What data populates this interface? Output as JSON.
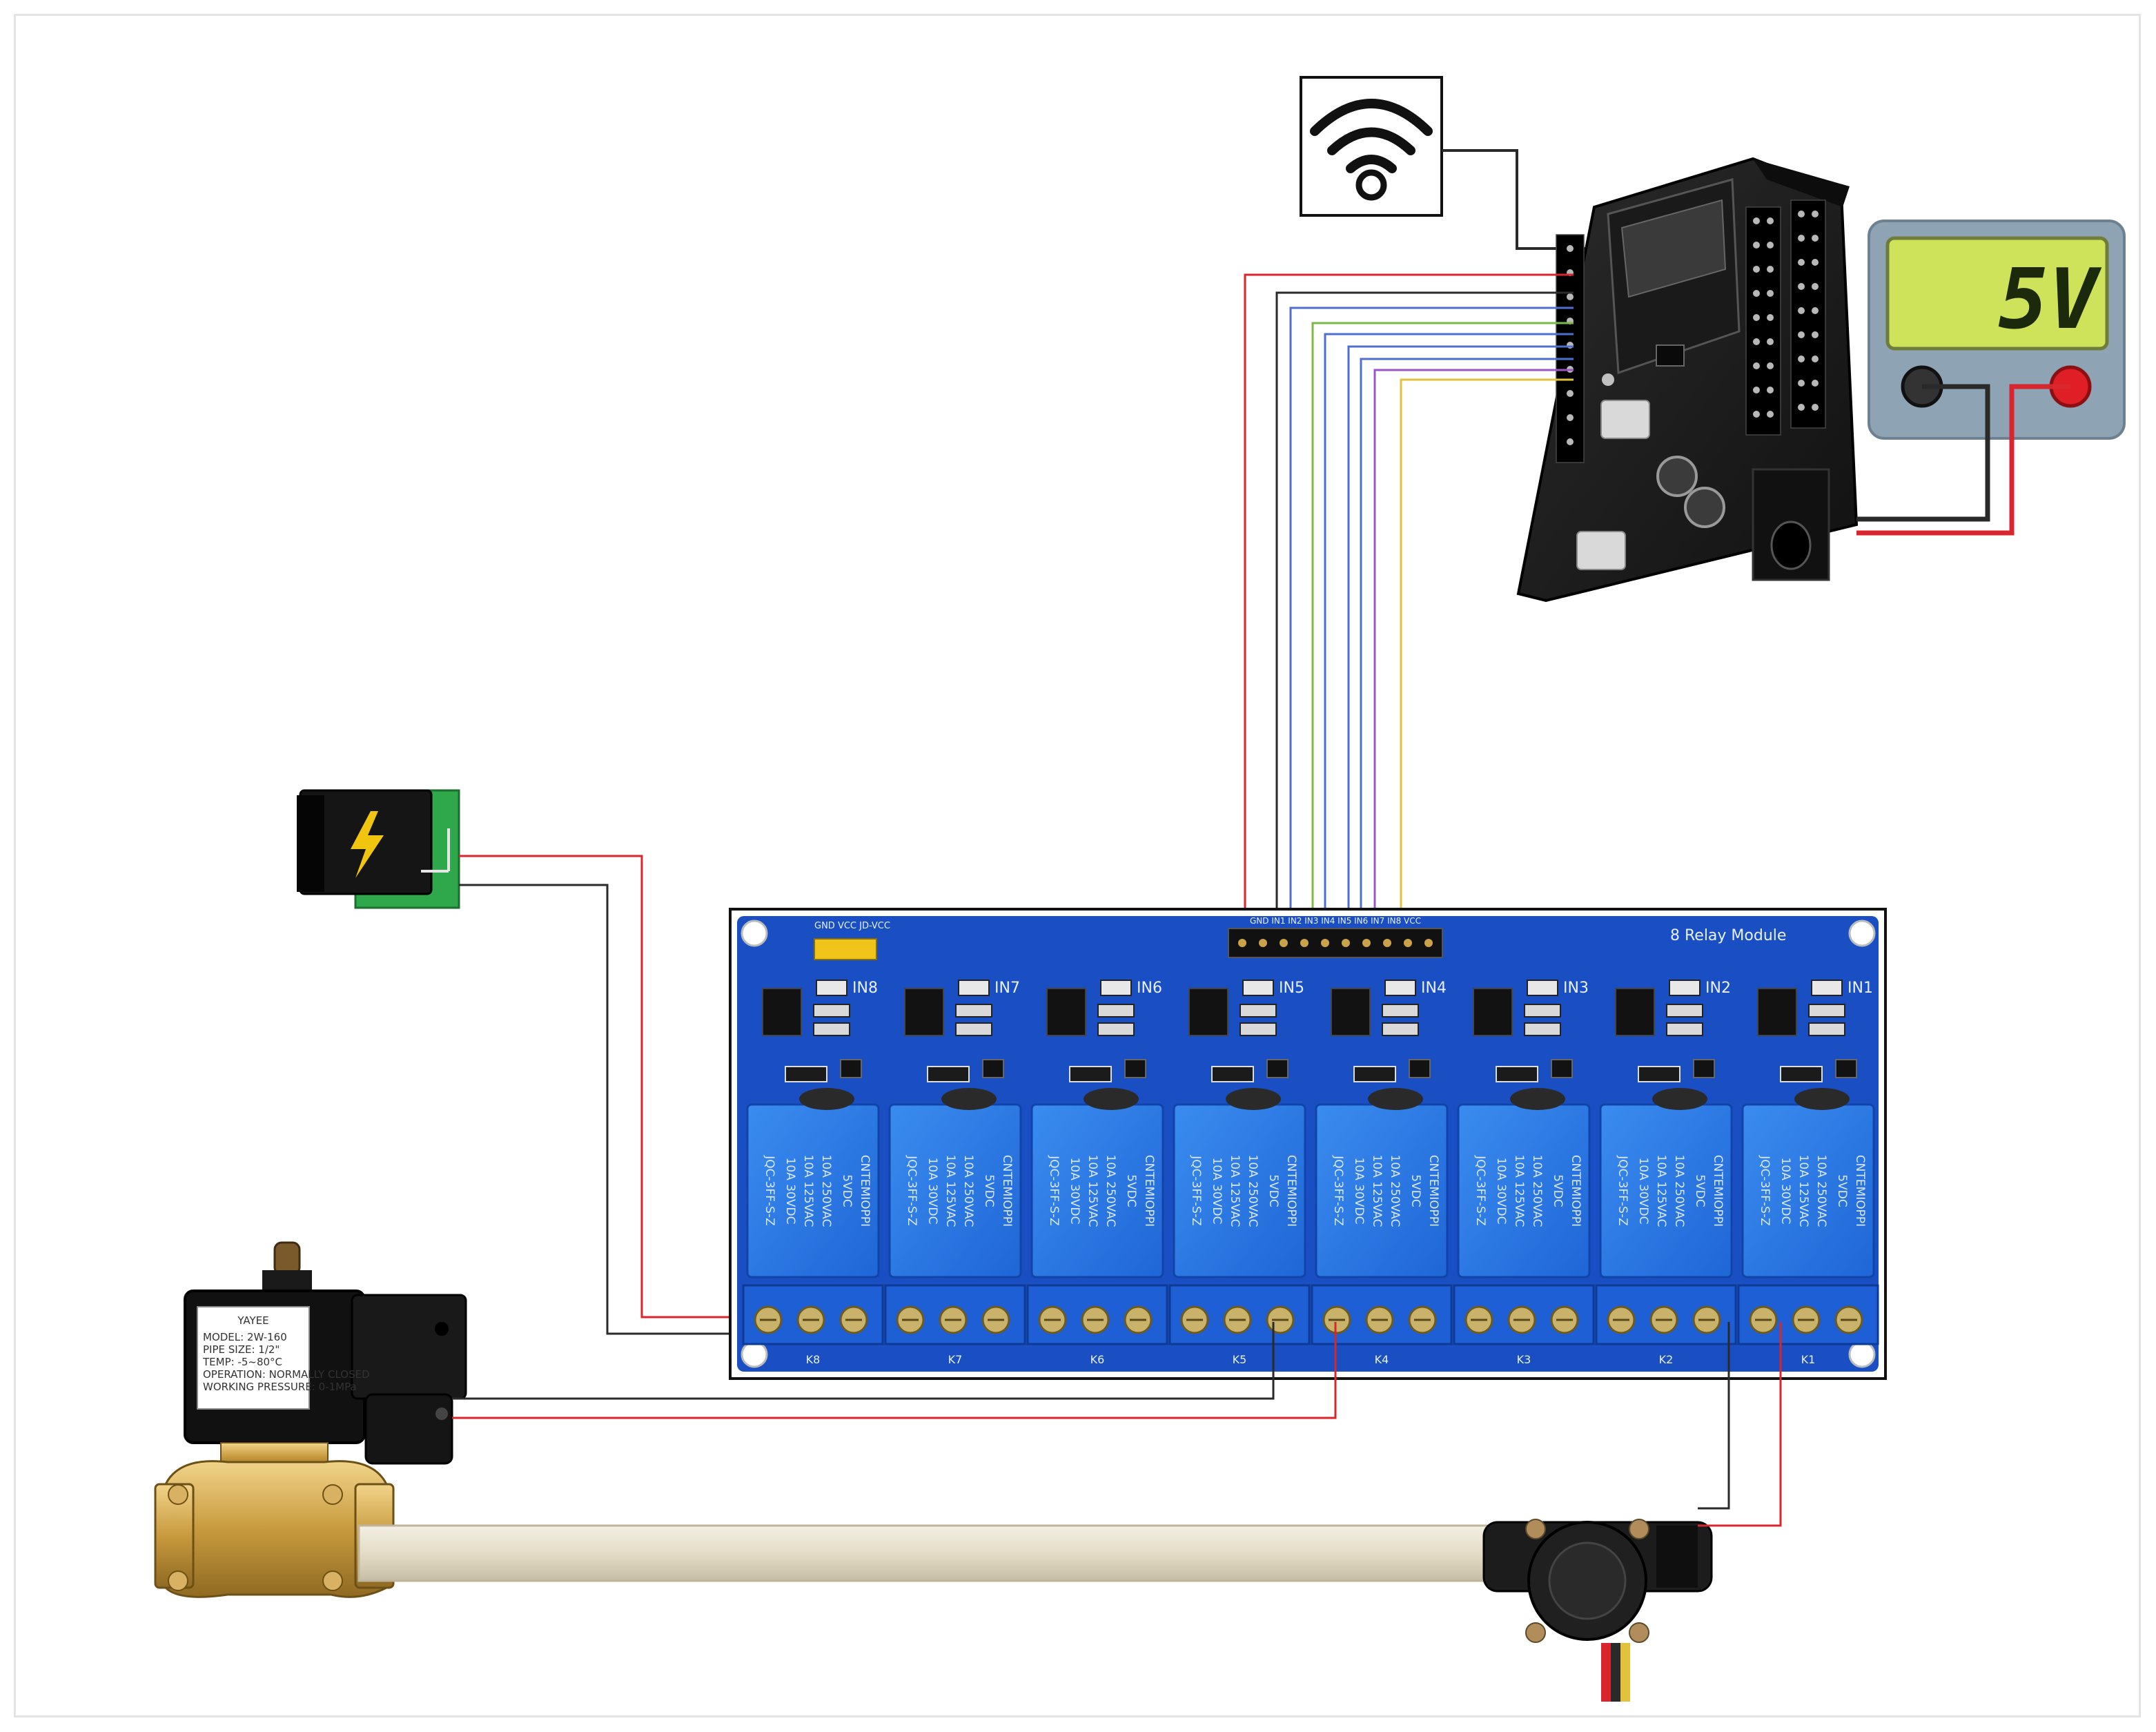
{
  "meter": {
    "reading": "5V"
  },
  "relay_module": {
    "title": "8 Relay Module",
    "header_pins": "GND IN1 IN2 IN3 IN4 IN5 IN6 IN7 IN8 VCC",
    "jumper_label": "GND VCC JD-VCC",
    "inputs": [
      "IN1",
      "IN2",
      "IN3",
      "IN4",
      "IN5",
      "IN6",
      "IN7",
      "IN8"
    ],
    "relays": [
      "K1",
      "K2",
      "K3",
      "K4",
      "K5",
      "K6",
      "K7",
      "K8"
    ],
    "relay_text": {
      "brand": "CNTEMIOPPI",
      "line1": "10A 250VAC",
      "line2": "10A 125VAC",
      "line3": "10A 30VDC",
      "voltage": "5VDC",
      "model": "JQC-3FF-S-Z"
    }
  },
  "valve": {
    "brand": "YAYEE",
    "line1": "MODEL: 2W-160",
    "line2": "PIPE SIZE: 1/2\"",
    "line3": "TEMP: -5~80°C",
    "line4": "OPERATION: NORMALLY CLOSED",
    "line5": "WORKING PRESSURE: 0-1MPa"
  },
  "colors": {
    "wire_red": "#d8262c",
    "wire_black": "#2a2a2a",
    "wire_blue": "#4d6fd1",
    "wire_green": "#7fb84a",
    "wire_purple": "#9a55c8",
    "wire_yellow": "#e2c23c",
    "relay_board": "#1a4fc4",
    "lcd": "#cfe35a"
  },
  "icons": [
    "wifi-icon",
    "lightning-icon"
  ]
}
